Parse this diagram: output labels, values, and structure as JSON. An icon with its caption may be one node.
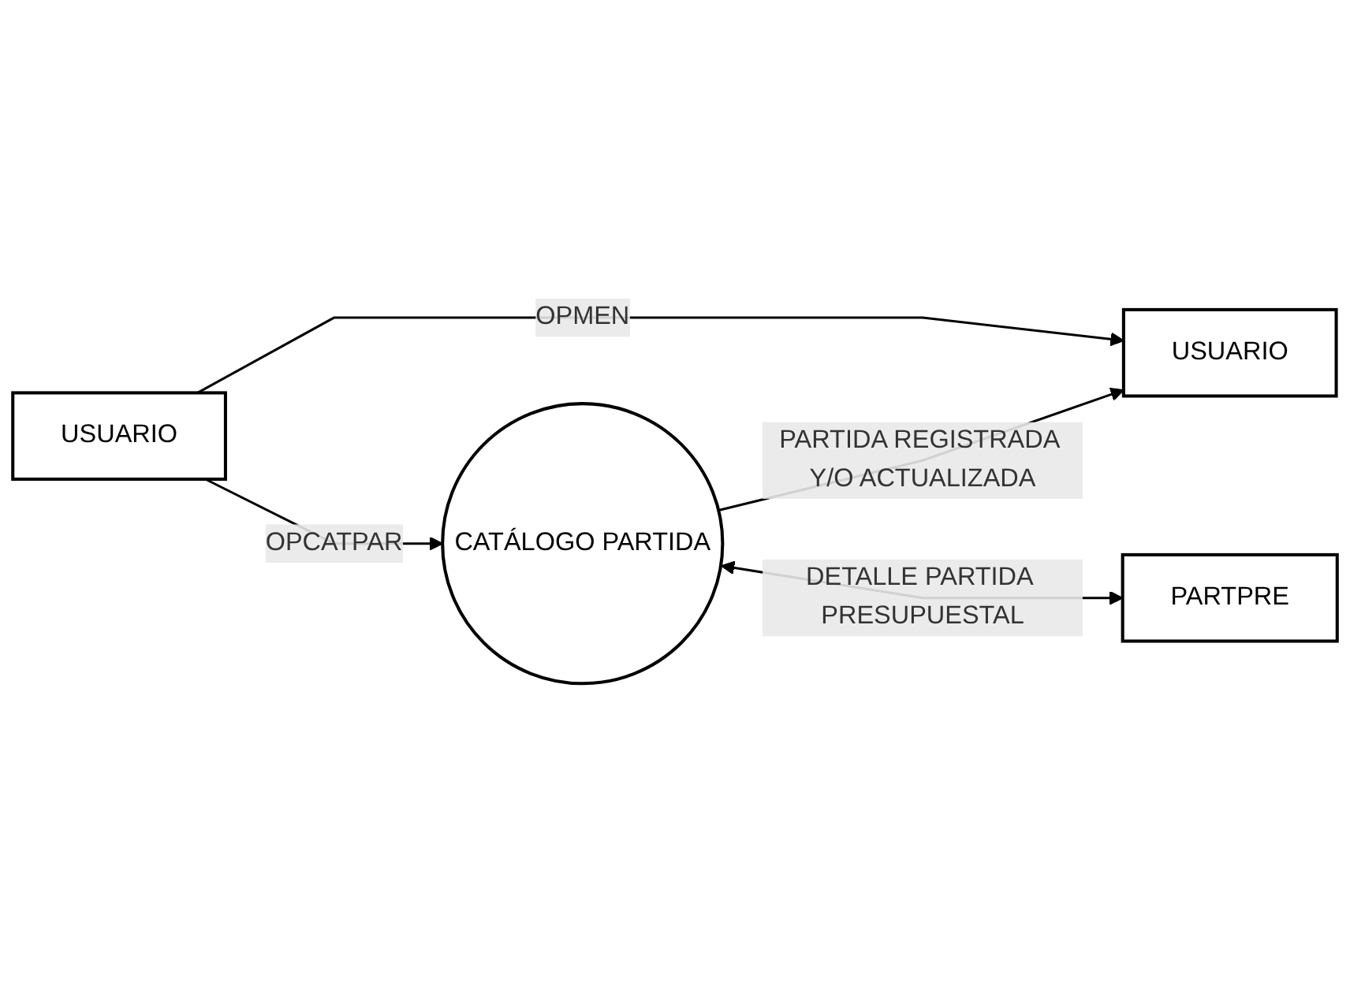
{
  "diagram": {
    "nodes": [
      {
        "text": [
          "USUARIO"
        ]
      },
      {
        "text": [
          "CATÁLOGO PARTIDA"
        ]
      },
      {
        "text": [
          "USUARIO"
        ]
      },
      {
        "text": [
          "PARTPRE"
        ]
      }
    ],
    "edges": [
      {
        "from": 0,
        "to": 1,
        "arrow": "to",
        "label": "OPCATPAR"
      },
      {
        "from": 0,
        "to": 2,
        "arrow": "to",
        "label": "OPMEN"
      },
      {
        "from": 1,
        "to": 2,
        "arrow": "to",
        "label": "PARTIDA REGISTRADA Y/O ACTUALIZADA"
      },
      {
        "from": 1,
        "to": 3,
        "arrow": "both",
        "label": "DETALLE PARTIDA PRESUPUESTAL"
      }
    ]
  }
}
